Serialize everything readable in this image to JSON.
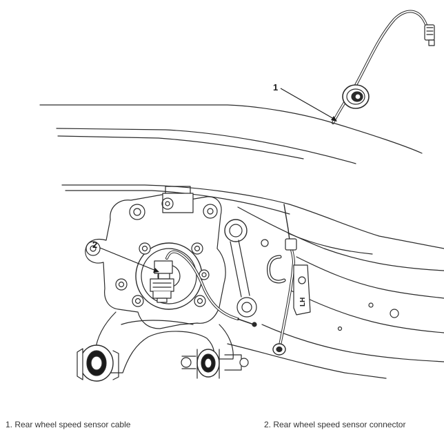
{
  "diagram": {
    "callout_1": "1",
    "callout_2": "2",
    "bracket_marking": "LH"
  },
  "legend": {
    "item_1": "1. Rear wheel speed sensor cable",
    "item_2": "2. Rear wheel speed sensor connector"
  }
}
